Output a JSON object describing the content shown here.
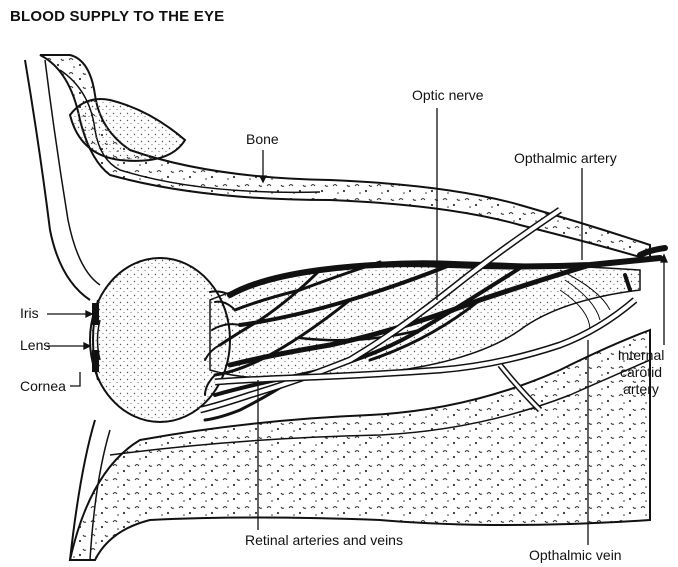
{
  "title": "BLOOD SUPPLY TO THE EYE",
  "labels": {
    "optic_nerve": "Optic nerve",
    "bone": "Bone",
    "opthalmic_artery": "Opthalmic artery",
    "iris": "Iris",
    "lens": "Lens",
    "cornea": "Cornea",
    "internal_carotid_artery": "Internal carotid artery",
    "retinal_arteries_and_veins": "Retinal arteries and veins",
    "opthalmic_vein": "Opthalmic vein"
  },
  "colors": {
    "ink": "#111111",
    "background": "#ffffff"
  }
}
